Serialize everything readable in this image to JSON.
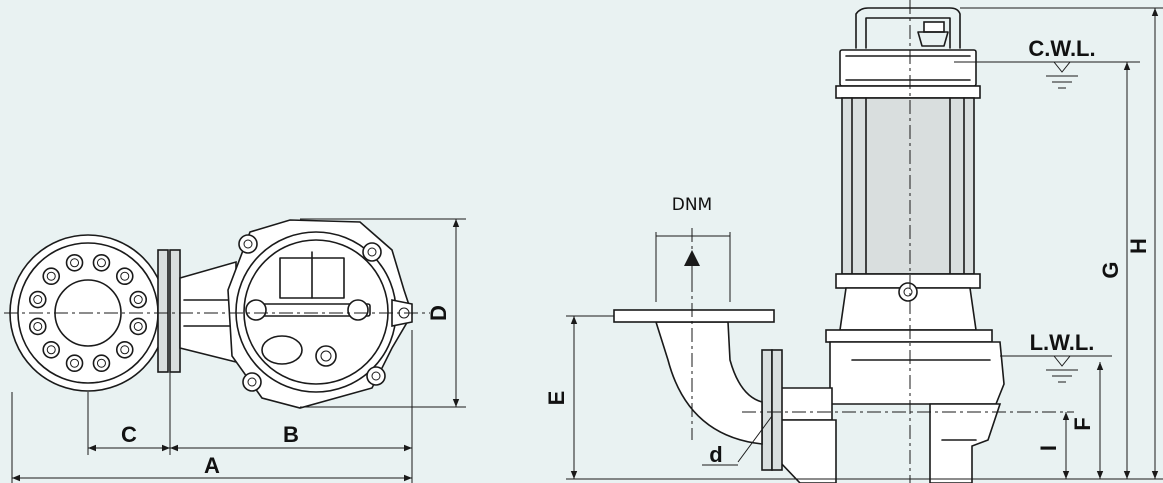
{
  "labels": {
    "a": "A",
    "b": "B",
    "c": "C",
    "d_upper": "D",
    "e": "E",
    "f": "F",
    "g": "G",
    "h": "H",
    "i": "I",
    "d_lower": "d",
    "dnm": "DNM",
    "cwl": "C.W.L.",
    "lwl": "L.W.L."
  }
}
